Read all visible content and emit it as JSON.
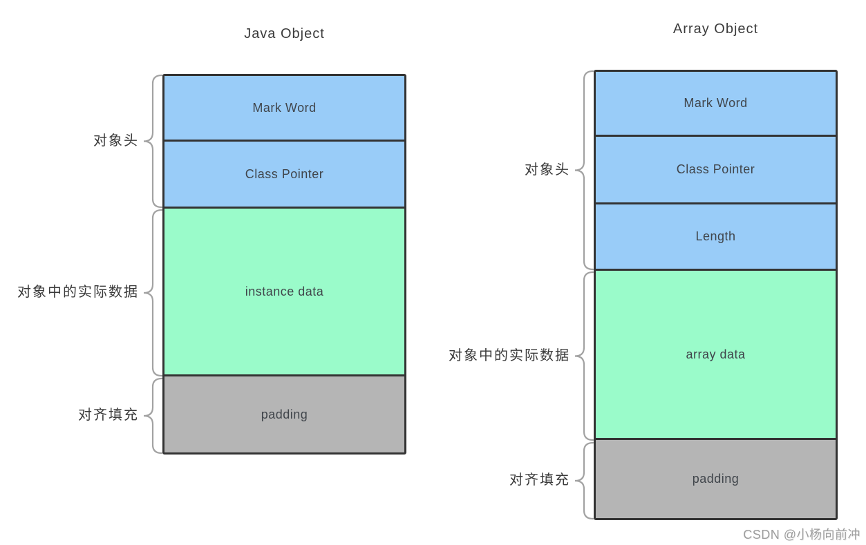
{
  "page": {
    "background": "#ffffff"
  },
  "colors": {
    "object_header_blue": "#99ccf8",
    "actual_data_green": "#9afbca",
    "padding_gray": "#b5b5b5",
    "box_border": "#333333",
    "brace_gray": "#a2a2a2",
    "label_text": "#3a3a3a",
    "watermark_gray": "#9e9e9e"
  },
  "diagrams": [
    {
      "title": "Java Object",
      "rows": [
        {
          "label": "Mark Word",
          "type": "object-header",
          "color": "#99ccf8"
        },
        {
          "label": "Class Pointer",
          "type": "object-header",
          "color": "#99ccf8"
        },
        {
          "label": "instance data",
          "type": "actual-data",
          "color": "#9afbca"
        },
        {
          "label": "padding",
          "type": "alignment-padding",
          "color": "#b5b5b5"
        }
      ],
      "groups": [
        {
          "label": "对象头",
          "spans": [
            "Mark Word",
            "Class Pointer"
          ]
        },
        {
          "label": "对象中的实际数据",
          "spans": [
            "instance data"
          ]
        },
        {
          "label": "对齐填充",
          "spans": [
            "padding"
          ]
        }
      ]
    },
    {
      "title": "Array Object",
      "rows": [
        {
          "label": "Mark Word",
          "type": "object-header",
          "color": "#99ccf8"
        },
        {
          "label": "Class Pointer",
          "type": "object-header",
          "color": "#99ccf8"
        },
        {
          "label": "Length",
          "type": "object-header",
          "color": "#99ccf8"
        },
        {
          "label": "array data",
          "type": "actual-data",
          "color": "#9afbca"
        },
        {
          "label": "padding",
          "type": "alignment-padding",
          "color": "#b5b5b5"
        }
      ],
      "groups": [
        {
          "label": "对象头",
          "spans": [
            "Mark Word",
            "Class Pointer",
            "Length"
          ]
        },
        {
          "label": "对象中的实际数据",
          "spans": [
            "array data"
          ]
        },
        {
          "label": "对齐填充",
          "spans": [
            "padding"
          ]
        }
      ]
    }
  ],
  "watermark": {
    "text": "CSDN @小杨向前冲"
  }
}
